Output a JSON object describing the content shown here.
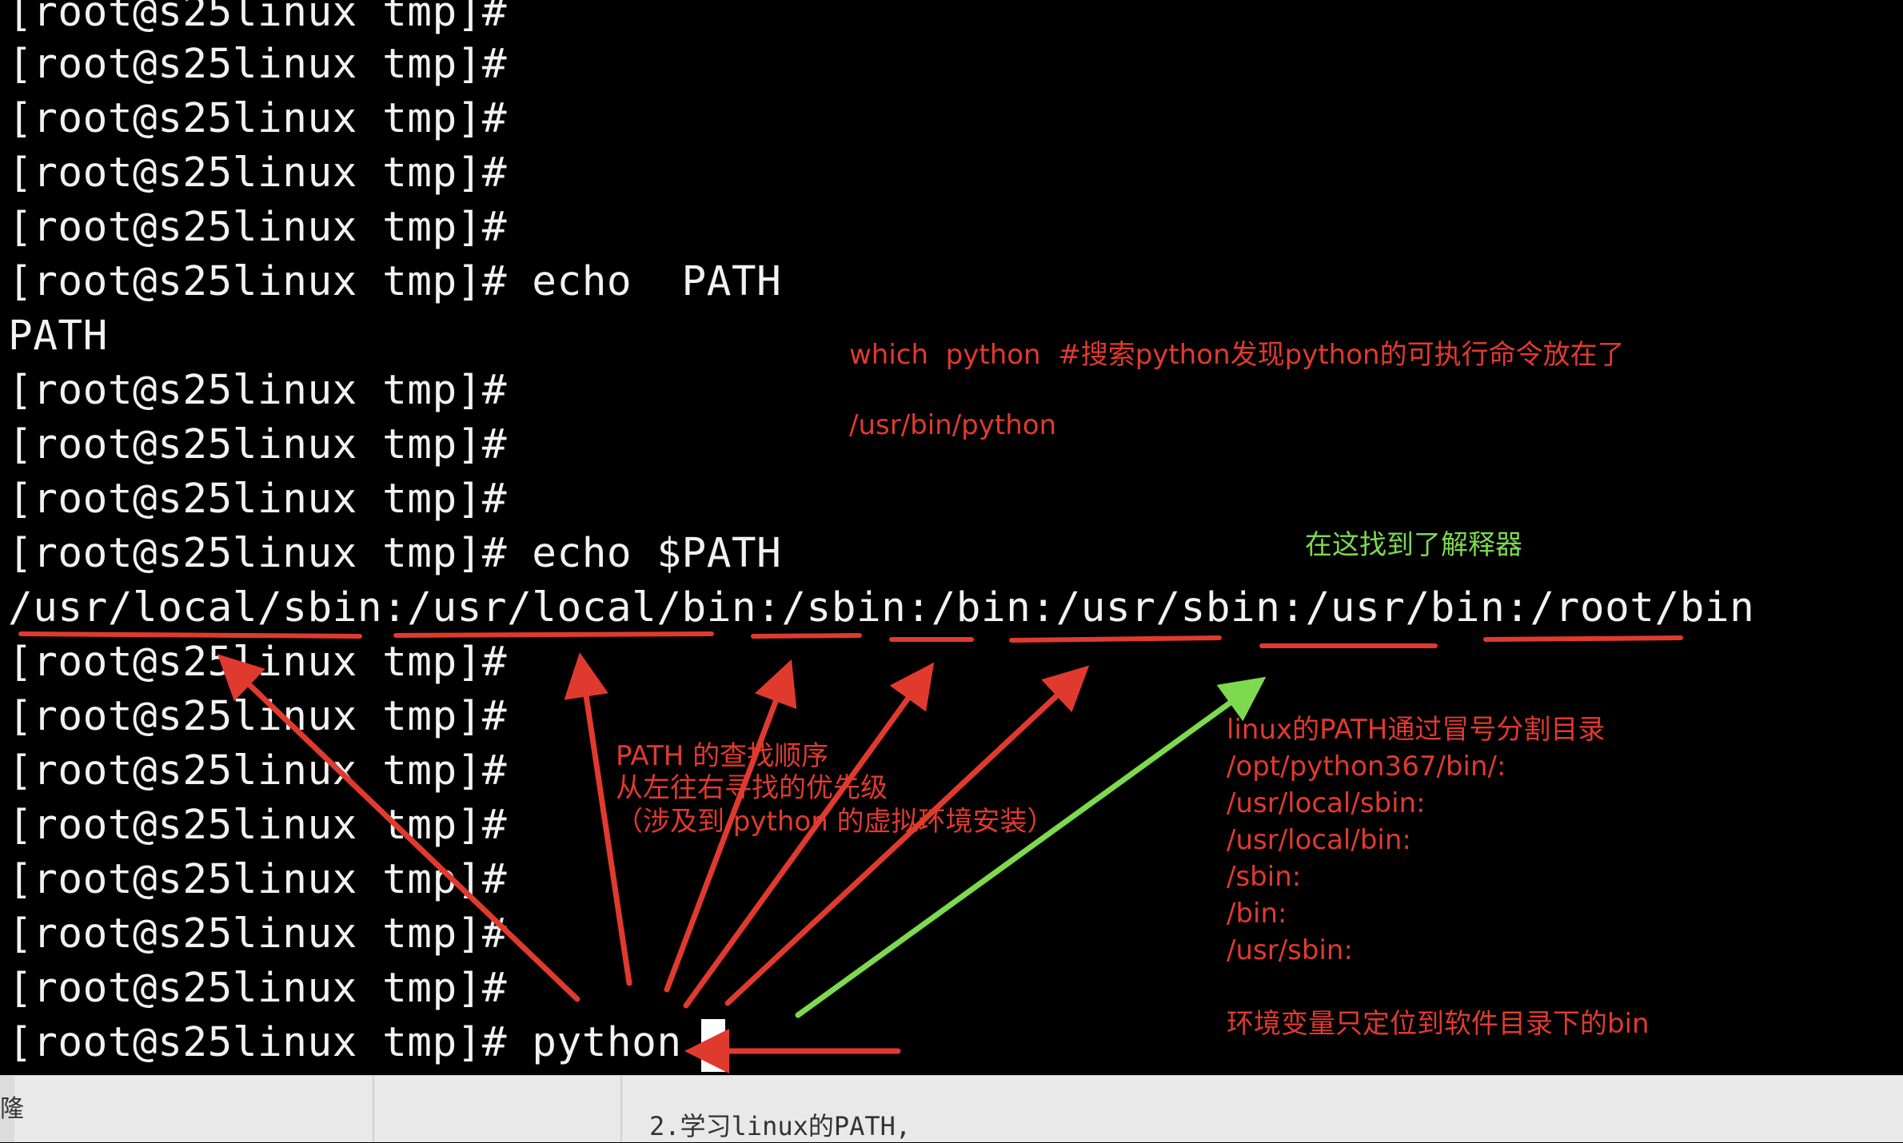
{
  "terminal": {
    "lines": [
      "[root@s25linux tmp]#",
      "[root@s25linux tmp]#",
      "[root@s25linux tmp]#",
      "[root@s25linux tmp]#",
      "[root@s25linux tmp]#",
      "[root@s25linux tmp]# echo  PATH",
      "PATH",
      "[root@s25linux tmp]#",
      "[root@s25linux tmp]#",
      "[root@s25linux tmp]#",
      "[root@s25linux tmp]# echo $PATH",
      "/usr/local/sbin:/usr/local/bin:/sbin:/bin:/usr/sbin:/usr/bin:/root/bin",
      "[root@s25linux tmp]#",
      "[root@s25linux tmp]#",
      "[root@s25linux tmp]#",
      "[root@s25linux tmp]#",
      "[root@s25linux tmp]#",
      "[root@s25linux tmp]#",
      "[root@s25linux tmp]#",
      "[root@s25linux tmp]# python "
    ]
  },
  "annotations": {
    "which_note": "which  python  #搜索python发现python的可执行命令放在了",
    "which_path": "/usr/bin/python",
    "found_note": "在这找到了解释器",
    "order_note": [
      "PATH 的查找顺序",
      "从左往右寻找的优先级",
      "（涉及到 python 的虚拟环境安装）"
    ],
    "path_list": [
      "linux的PATH通过冒号分割目录",
      "/opt/python367/bin/:",
      "/usr/local/sbin:",
      "/usr/local/bin:",
      "/sbin:",
      "/bin:",
      "/usr/sbin:"
    ],
    "bin_note": "环境变量只定位到软件目录下的bin"
  },
  "editor": {
    "gutter_text": "隆",
    "content": "2.学习linux的PATH,"
  },
  "colors": {
    "annotation_red": "#e03a2f",
    "annotation_green": "#7dd94e",
    "terminal_bg": "#000000",
    "terminal_fg": "#f2f2f2"
  }
}
